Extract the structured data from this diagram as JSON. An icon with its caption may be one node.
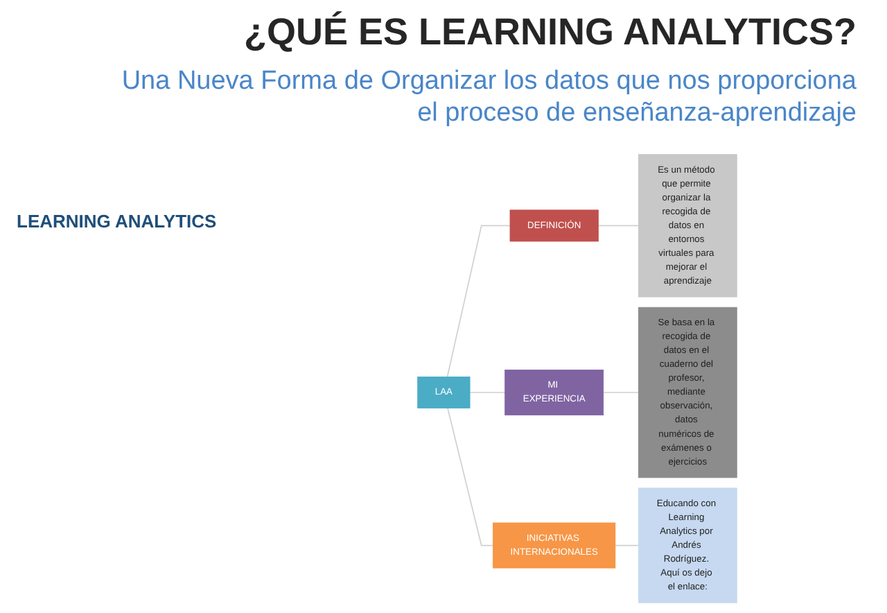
{
  "diagram": {
    "title": "¿QUÉ ES LEARNING ANALYTICS?",
    "nodes": [
      {
        "text": [
          "LAA"
        ]
      },
      {
        "text": [
          "DEFINICIÓN"
        ]
      },
      {
        "text": [
          "MI EXPERIENCIA"
        ]
      },
      {
        "text": [
          "INICIATIVAS INTERNACIONALES"
        ]
      },
      {
        "text": [
          "Es un método que permite organizar la recogida de datos en entornos virtuales para mejorar el aprendizaje"
        ]
      },
      {
        "text": [
          "Se basa en la recogida de datos en el cuaderno del profesor, mediante observación, datos numéricos de exámenes o ejercicios"
        ]
      },
      {
        "text": [
          "Educando con Learning Analytics por Andrés Rodríguez. Aquí os dejo el enlace:"
        ]
      }
    ],
    "edges": [
      {
        "from": 0,
        "to": 1,
        "arrow": "none"
      },
      {
        "from": 0,
        "to": 2,
        "arrow": "none"
      },
      {
        "from": 0,
        "to": 3,
        "arrow": "none"
      },
      {
        "from": 1,
        "to": 4,
        "arrow": "none"
      },
      {
        "from": 2,
        "to": 5,
        "arrow": "none"
      },
      {
        "from": 3,
        "to": 6,
        "arrow": "none"
      }
    ],
    "labels": [
      "Una Nueva Forma de Organizar los datos que nos proporciona el proceso de enseñanza-aprendizaje",
      "LEARNING ANALYTICS"
    ]
  }
}
